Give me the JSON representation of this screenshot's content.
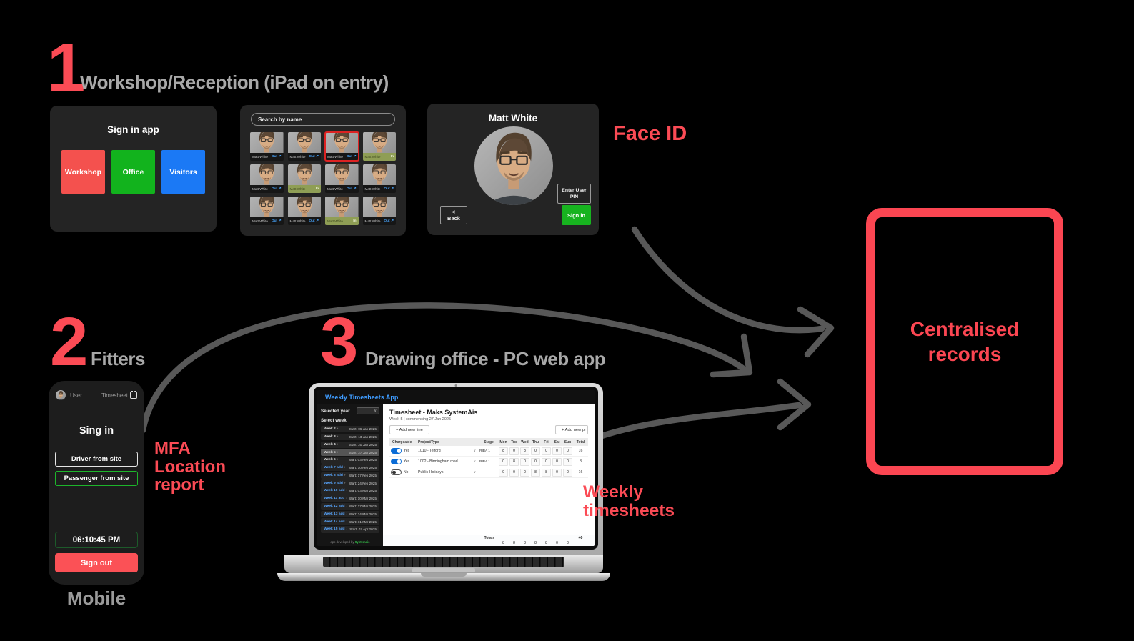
{
  "colors": {
    "accent_red": "#fb4b55",
    "records_red": "#fb4652",
    "arrow_gray": "#585858",
    "caption_gray": "#a8a8a8",
    "green": "#17b31f",
    "blue": "#1b79f5"
  },
  "icons": {
    "chevron_down": "∨",
    "chevron_right": "›",
    "external_arrow": "↗"
  },
  "section1": {
    "number": "1",
    "title": "Workshop/Reception (iPad on entry)",
    "signin_panel": {
      "title": "Sign in app",
      "buttons": [
        {
          "label": "Workshop",
          "color": "#f4514e"
        },
        {
          "label": "Office",
          "color": "#12b31d"
        },
        {
          "label": "Visitors",
          "color": "#1b79f5"
        }
      ]
    },
    "roster_panel": {
      "search_placeholder": "Search by name",
      "cards": [
        {
          "name": "Matt White",
          "status": "Out",
          "icon": "↗",
          "state": "out",
          "selected": false
        },
        {
          "name": "Matt White",
          "status": "Out",
          "icon": "↗",
          "state": "out",
          "selected": false
        },
        {
          "name": "Matt White",
          "status": "Out",
          "icon": "↗",
          "state": "out",
          "selected": true
        },
        {
          "name": "Matt White",
          "status": "In",
          "icon": "",
          "state": "in",
          "selected": false
        },
        {
          "name": "Matt White",
          "status": "Out",
          "icon": "↗",
          "state": "out",
          "selected": false
        },
        {
          "name": "Matt White",
          "status": "In",
          "icon": "",
          "state": "in",
          "selected": false
        },
        {
          "name": "Matt White",
          "status": "Out",
          "icon": "↗",
          "state": "out",
          "selected": false
        },
        {
          "name": "Matt White",
          "status": "Out",
          "icon": "↗",
          "state": "out",
          "selected": false
        },
        {
          "name": "Matt White",
          "status": "Out",
          "icon": "↗",
          "state": "out",
          "selected": false
        },
        {
          "name": "Matt White",
          "status": "Out",
          "icon": "↗",
          "state": "out",
          "selected": false
        },
        {
          "name": "Matt White",
          "status": "In",
          "icon": "",
          "state": "in",
          "selected": false
        },
        {
          "name": "Matt White",
          "status": "Out",
          "icon": "↗",
          "state": "out",
          "selected": false
        }
      ]
    },
    "faceid_panel": {
      "name": "Matt White",
      "enter_pin_label": "Enter User PIN",
      "back_label": "< Back",
      "signin_label": "Sign in"
    },
    "faceid_caption": "Face ID"
  },
  "section2": {
    "number": "2",
    "title": "Fitters",
    "phone": {
      "user_label": "User",
      "timesheet_label": "Timesheet",
      "heading": "Sing in",
      "driver_label": "Driver from site",
      "passenger_label": "Passenger from site",
      "time": "06:10:45 PM",
      "signout_label": "Sign out"
    },
    "caption": "Mobile",
    "mfa_lines": [
      "MFA",
      "Location",
      "report"
    ]
  },
  "section3": {
    "number": "3",
    "title": "Drawing office - PC web app",
    "caption_lines": [
      "Weekly",
      "timesheets"
    ],
    "app": {
      "header": "Weekly Timesheets App",
      "sidebar": {
        "selected_year_label": "Selected year",
        "select_week_label": "Select week",
        "weeks": [
          {
            "label": "Week 2",
            "start": "Start: 06 Jan 2025",
            "state": "normal"
          },
          {
            "label": "Week 3",
            "start": "Start: 13 Jan 2025",
            "state": "normal"
          },
          {
            "label": "Week 4",
            "start": "Start: 20 Jan 2025",
            "state": "normal"
          },
          {
            "label": "Week 5",
            "start": "Start: 27 Jan 2025",
            "state": "selected"
          },
          {
            "label": "Week 6",
            "start": "Start: 03 Feb 2025",
            "state": "normal"
          },
          {
            "label": "Week 7 add",
            "start": "Start: 10 Feb 2025",
            "state": "add"
          },
          {
            "label": "Week 8 add",
            "start": "Start: 17 Feb 2025",
            "state": "add"
          },
          {
            "label": "Week 9 add",
            "start": "Start: 24 Feb 2025",
            "state": "add"
          },
          {
            "label": "Week 10 add",
            "start": "Start: 03 Mar 2025",
            "state": "add"
          },
          {
            "label": "Week 11 add",
            "start": "Start: 10 Mar 2025",
            "state": "add"
          },
          {
            "label": "Week 12 add",
            "start": "Start: 17 Mar 2025",
            "state": "add"
          },
          {
            "label": "Week 13 add",
            "start": "Start: 24 Mar 2025",
            "state": "add"
          },
          {
            "label": "Week 14 add",
            "start": "Start: 31 Mar 2025",
            "state": "add"
          },
          {
            "label": "Week 15 add",
            "start": "Start: 07 Apr 2025",
            "state": "add"
          }
        ],
        "footer_prefix": "app developed by",
        "footer_brand": "Systemais"
      },
      "main": {
        "title": "Timesheet - Maks SystemAis",
        "subtitle": "Week 5 | commencing 27 Jan 2025",
        "add_line_label": "+ Add new line",
        "add_project_label": "+ Add new pr",
        "table": {
          "headers": [
            "Chargeable",
            "Project/Type",
            "Stage",
            "Mon",
            "Tue",
            "Wed",
            "Thu",
            "Fri",
            "Sat",
            "Sun",
            "Total"
          ],
          "rows": [
            {
              "chargeable": true,
              "charge_label": "Yes",
              "project": "1010 - Telford",
              "stage": "RIBA 1",
              "hours": [
                8,
                0,
                8,
                0,
                0,
                0,
                0
              ],
              "total": 16
            },
            {
              "chargeable": true,
              "charge_label": "Yes",
              "project": "1002 - Birmingham road",
              "stage": "RIBA 1",
              "hours": [
                0,
                8,
                0,
                0,
                0,
                0,
                0
              ],
              "total": 8
            },
            {
              "chargeable": false,
              "charge_label": "No",
              "project": "Public Holidays",
              "stage": "",
              "hours": [
                0,
                0,
                0,
                8,
                8,
                0,
                0
              ],
              "total": 16
            }
          ],
          "totals_label": "Totals",
          "totals": [
            8,
            8,
            8,
            8,
            8,
            0,
            0
          ],
          "grand_total": 40
        }
      }
    }
  },
  "records_box": {
    "lines": [
      "Centralised",
      "records"
    ]
  }
}
